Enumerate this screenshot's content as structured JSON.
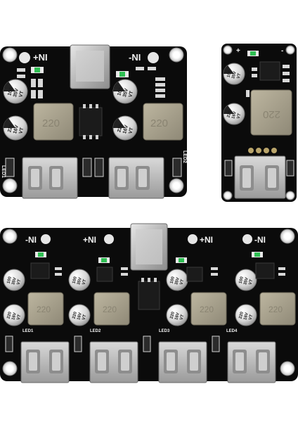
{
  "boards": {
    "dual": {
      "input_pos": "+NI",
      "input_neg": "-NI",
      "cap_values": [
        "100",
        "35V",
        "VT"
      ],
      "cap_values_2": [
        "220",
        "16V",
        "VT"
      ],
      "inductor": "220",
      "led_left": "LED1",
      "led_right": "LED2"
    },
    "single": {
      "input_pos": "+",
      "input_neg": "-",
      "cap_values": [
        "100",
        "35V",
        "VT"
      ],
      "cap_values_2": [
        "220",
        "16V",
        "VT"
      ],
      "inductor": "220"
    },
    "quad": {
      "input_pos_left": "+NI",
      "input_pos_right": "+NI",
      "input_neg_left": "-NI",
      "input_neg_right": "-NI",
      "cap_values": [
        "100",
        "35V",
        "VT"
      ],
      "cap_values_2": [
        "220",
        "16V",
        "VT"
      ],
      "inductor": "220",
      "leds": [
        "LED1",
        "LED2",
        "LED3",
        "LED4"
      ]
    }
  },
  "colors": {
    "pcb": "#0b0b0b",
    "silkscreen": "#f2f2f2",
    "metal": "#c9c9c9",
    "inductor": "#a7a08c"
  }
}
